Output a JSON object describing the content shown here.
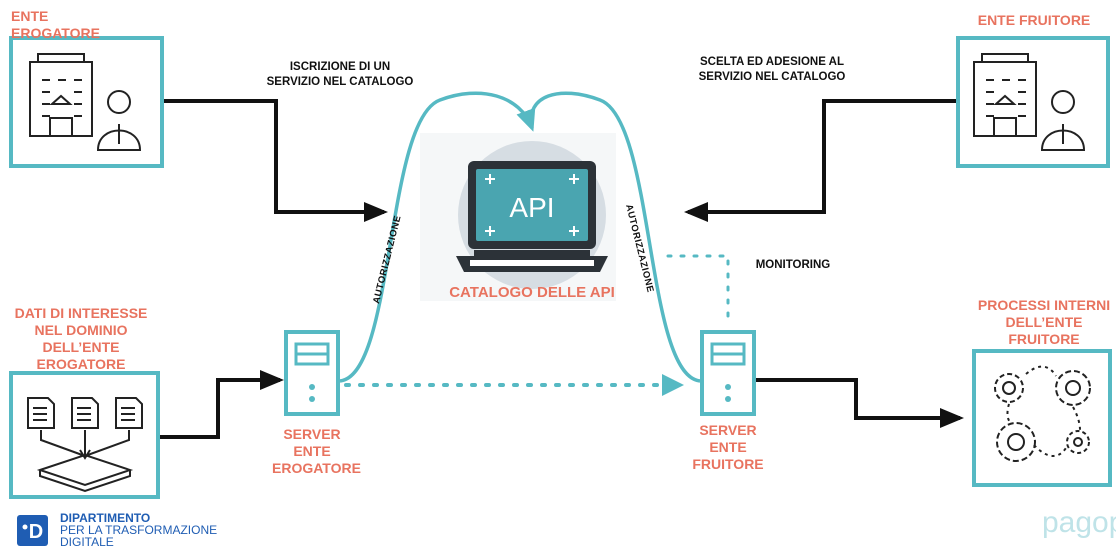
{
  "labels": {
    "ente_erogatore": "ENTE EROGATORE",
    "ente_fruitore": "ENTE FRUITORE",
    "dati_line1": "DATI DI INTERESSE",
    "dati_line2": "NEL DOMINIO",
    "dati_line3": "DELL’ENTE",
    "dati_line4": "EROGATORE",
    "processi_line1": "PROCESSI INTERNI",
    "processi_line2": "DELL’ENTE",
    "processi_line3": "FRUITORE",
    "catalogo": "CATALOGO DELLE API",
    "api": "API",
    "server_erog_line1": "SERVER",
    "server_erog_line2": "ENTE",
    "server_erog_line3": "EROGATORE",
    "server_fruit_line1": "SERVER",
    "server_fruit_line2": "ENTE",
    "server_fruit_line3": "FRUITORE"
  },
  "notes": {
    "iscrizione_line1": "ISCRIZIONE DI UN",
    "iscrizione_line2": "SERVIZIO NEL CATALOGO",
    "scelta_line1": "SCELTA ED ADESIONE AL",
    "scelta_line2": "SERVIZIO NEL CATALOGO",
    "monitoring": "MONITORING",
    "autorizzazione_left": "AUTORIZZAZIONE",
    "autorizzazione_right": "AUTORIZZAZIONE"
  },
  "footer": {
    "dept_line1": "DIPARTIMENTO",
    "dept_line2": "PER LA TRASFORMAZIONE",
    "dept_line3": "DIGITALE",
    "dept_logo_letter": "D",
    "pagopa_logo": "pagopa"
  },
  "colors": {
    "accent": "#56b9c3",
    "label": "#e8735f",
    "arrow": "#111111",
    "dept_blue": "#1f5db3"
  }
}
